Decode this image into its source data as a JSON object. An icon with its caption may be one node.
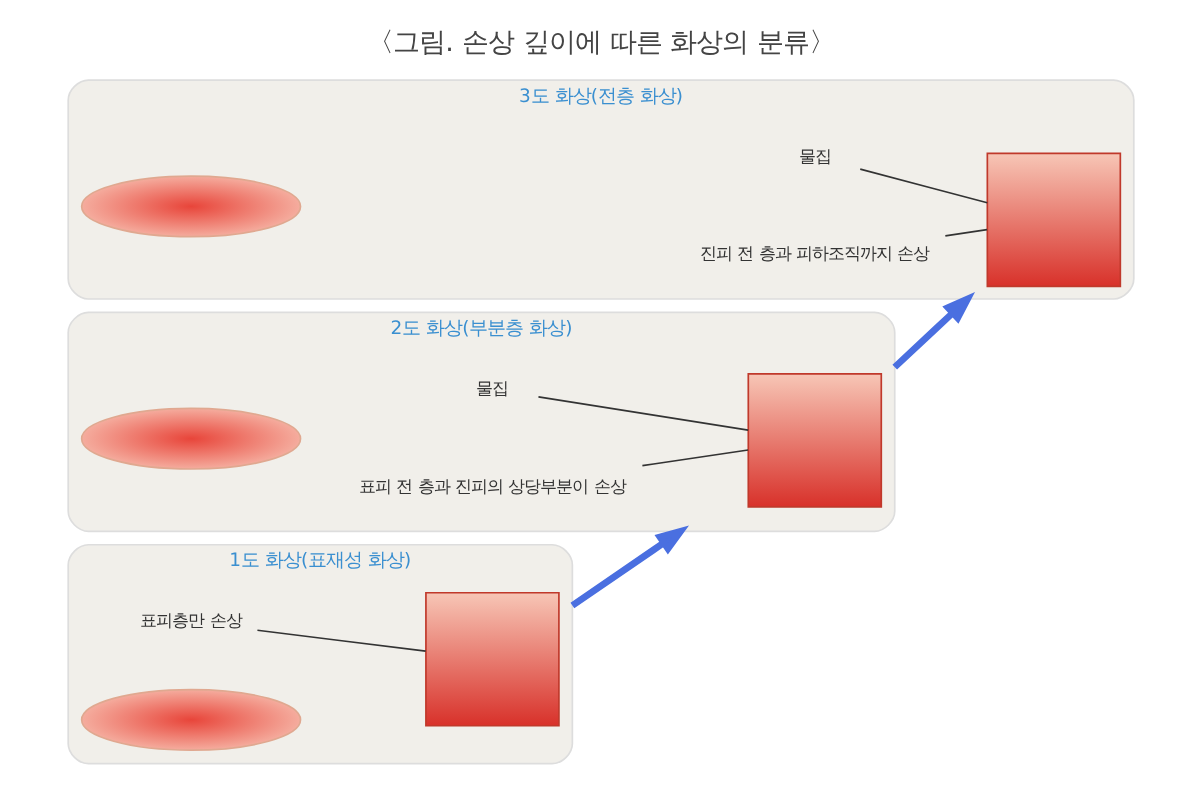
{
  "diagram": {
    "title": "〈그림. 손상 깊이에 따른 화상의 분류〉",
    "nodes": [
      {
        "text": [
          "1도 화상(표재성 화상)"
        ]
      },
      {
        "text": [],
        "shape": "picture",
        "in": 0
      },
      {
        "text": [
          "표피층만 손상"
        ],
        "in": 0
      },
      {
        "text": [],
        "shape": "picture",
        "in": 0
      },
      {
        "text": [
          "2도 화상(부분층 화상)"
        ]
      },
      {
        "text": [],
        "shape": "picture",
        "in": 4
      },
      {
        "text": [
          "물집"
        ],
        "in": 4
      },
      {
        "text": [
          "표피 전 층과 진피의 상당부분이 손상"
        ],
        "in": 4
      },
      {
        "text": [],
        "shape": "picture",
        "in": 4
      },
      {
        "text": [
          "3도 화상(전층 화상)"
        ]
      },
      {
        "text": [],
        "shape": "picture",
        "in": 9
      },
      {
        "text": [
          "물집"
        ],
        "in": 9
      },
      {
        "text": [
          "진피 전 층과 피하조직까지 손상"
        ],
        "in": 9
      },
      {
        "text": [],
        "shape": "picture",
        "in": 9
      }
    ],
    "edges": [
      {
        "from": 2,
        "to": 1,
        "arrow": "none"
      },
      {
        "from": 6,
        "to": 5,
        "arrow": "none"
      },
      {
        "from": 7,
        "to": 5,
        "arrow": "none"
      },
      {
        "from": 11,
        "to": 10,
        "arrow": "none"
      },
      {
        "from": 12,
        "to": 10,
        "arrow": "none"
      },
      {
        "from": 0,
        "to": 4,
        "arrow": "to",
        "style": "thick",
        "color": "#4a6fe0"
      },
      {
        "from": 4,
        "to": 9,
        "arrow": "to",
        "style": "thick",
        "color": "#4a6fe0"
      }
    ]
  }
}
